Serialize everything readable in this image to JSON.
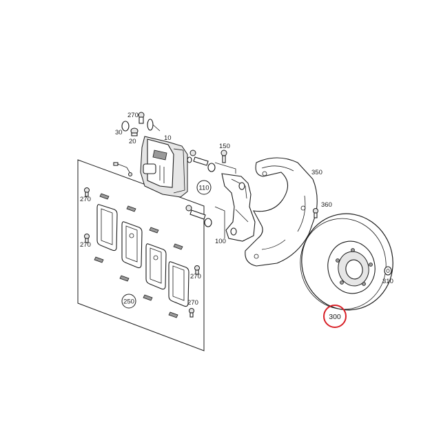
{
  "labels": {
    "l270a": "270",
    "l30": "30",
    "l20": "20",
    "l10": "10",
    "l150": "150",
    "l350": "350",
    "l110": "110",
    "l360": "360",
    "l100": "100",
    "l270b": "270",
    "l270c": "270",
    "l270d": "270",
    "l270e": "270",
    "l250": "250",
    "l310": "310",
    "l300": "300"
  },
  "highlight_color": "#d81f26"
}
